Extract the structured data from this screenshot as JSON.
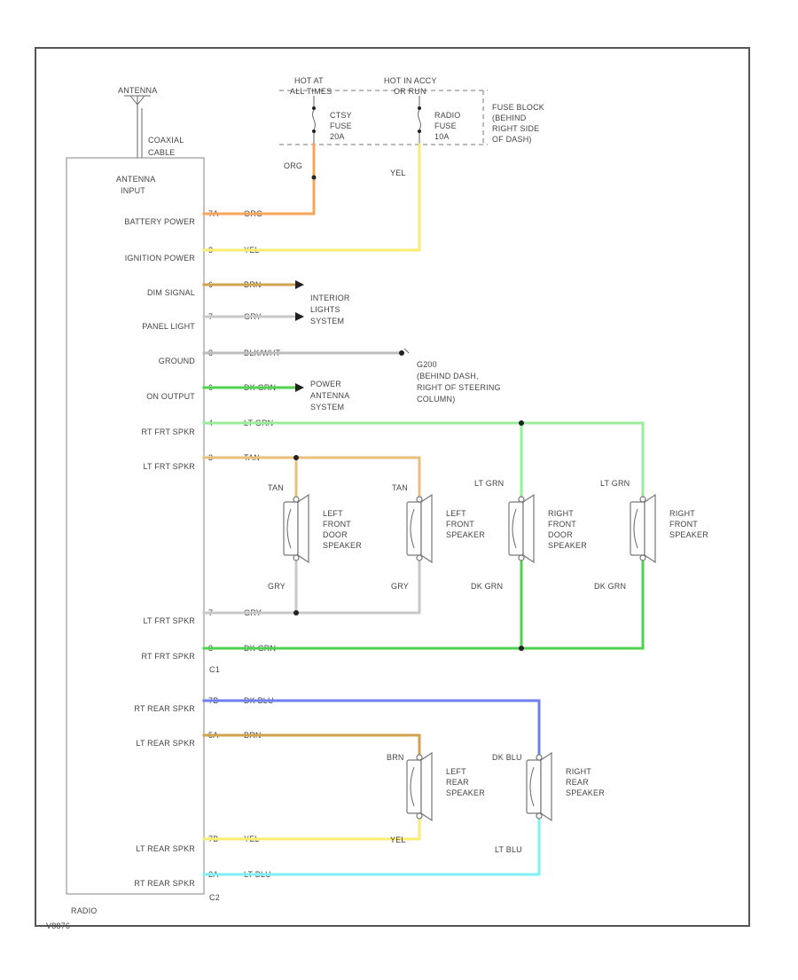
{
  "colors": {
    "ORG": "#f7a55a",
    "YEL": "#fbeb6e",
    "BRN": "#d2a24c",
    "GRY": "#c8c8c8",
    "BLKWHT": "#bdbdbd",
    "DKGRN": "#4fd24f",
    "LTGRN": "#99ee99",
    "TAN": "#e8c07a",
    "DKBLU": "#6e7ff0",
    "LTBLU": "#7ef0f7",
    "LTBLU_RIGHT": "#7ef0f7"
  },
  "labels": {
    "antenna": "ANTENNA",
    "coaxial": "COAXIAL",
    "cable": "CABLE",
    "antenna_input_1": "ANTENNA",
    "antenna_input_2": "INPUT",
    "hot_at_1": "HOT AT",
    "hot_at_2": "ALL TIMES",
    "hot_in_1": "HOT IN ACCY",
    "hot_in_2": "OR RUN",
    "ctsy_1": "CTSY",
    "ctsy_2": "FUSE",
    "ctsy_3": "20A",
    "radio_fuse_1": "RADIO",
    "radio_fuse_2": "FUSE",
    "radio_fuse_3": "10A",
    "fuse_block_1": "FUSE BLOCK",
    "fuse_block_2": "(BEHIND",
    "fuse_block_3": "RIGHT SIDE",
    "fuse_block_4": "OF DASH)",
    "interior_1": "INTERIOR",
    "interior_2": "LIGHTS",
    "interior_3": "SYSTEM",
    "g200_1": "G200",
    "g200_2": "(BEHIND DASH,",
    "g200_3": "RIGHT OF STEERING",
    "g200_4": "COLUMN)",
    "power_ant_1": "POWER",
    "power_ant_2": "ANTENNA",
    "power_ant_3": "SYSTEM",
    "radio": "RADIO",
    "code": "V8876",
    "c1": "C1",
    "c2": "C2"
  },
  "pins": [
    {
      "label": "BATTERY POWER",
      "pin": "7A",
      "wire": "ORG"
    },
    {
      "label": "IGNITION POWER",
      "pin": "8",
      "wire": "YEL"
    },
    {
      "label": "DIM SIGNAL",
      "pin": "6",
      "wire": "BRN"
    },
    {
      "label": "PANEL LIGHT",
      "pin": "7",
      "wire": "GRY"
    },
    {
      "label": "GROUND",
      "pin": "8",
      "wire": "BLK/WHT"
    },
    {
      "label": "ON OUTPUT",
      "pin": "6",
      "wire": "DK GRN"
    },
    {
      "label": "RT FRT SPKR",
      "pin": "4",
      "wire": "LT GRN"
    },
    {
      "label": "LT FRT SPKR",
      "pin": "3",
      "wire": "TAN"
    },
    {
      "label": "LT FRT SPKR",
      "pin": "7",
      "wire": "GRY"
    },
    {
      "label": "RT FRT SPKR",
      "pin": "8",
      "wire": "DK GRN"
    },
    {
      "label": "RT REAR SPKR",
      "pin": "7B",
      "wire": "DK BLU"
    },
    {
      "label": "LT REAR SPKR",
      "pin": "5A",
      "wire": "BRN"
    },
    {
      "label": "LT REAR SPKR",
      "pin": "7B",
      "wire": "YEL"
    },
    {
      "label": "RT REAR SPKR",
      "pin": "2A",
      "wire": "LT BLU"
    }
  ],
  "wire_tags": {
    "org_up": "ORG",
    "yel_up": "YEL",
    "tan_a": "TAN",
    "tan_b": "TAN",
    "gry_a": "GRY",
    "gry_b": "GRY",
    "ltgrn_a": "LT GRN",
    "ltgrn_b": "LT GRN",
    "dkgrn_a": "DK GRN",
    "dkgrn_b": "DK GRN",
    "brn_rear": "BRN",
    "dkblu_rear": "DK BLU",
    "yel_rear": "YEL",
    "ltblu_rear": "LT BLU"
  },
  "speakers": [
    {
      "l1": "LEFT",
      "l2": "FRONT",
      "l3": "DOOR",
      "l4": "SPEAKER"
    },
    {
      "l1": "LEFT",
      "l2": "FRONT",
      "l3": "SPEAKER",
      "l4": ""
    },
    {
      "l1": "RIGHT",
      "l2": "FRONT",
      "l3": "DOOR",
      "l4": "SPEAKER"
    },
    {
      "l1": "RIGHT",
      "l2": "FRONT",
      "l3": "SPEAKER",
      "l4": ""
    },
    {
      "l1": "LEFT",
      "l2": "REAR",
      "l3": "SPEAKER",
      "l4": ""
    },
    {
      "l1": "RIGHT",
      "l2": "REAR",
      "l3": "SPEAKER",
      "l4": ""
    }
  ]
}
